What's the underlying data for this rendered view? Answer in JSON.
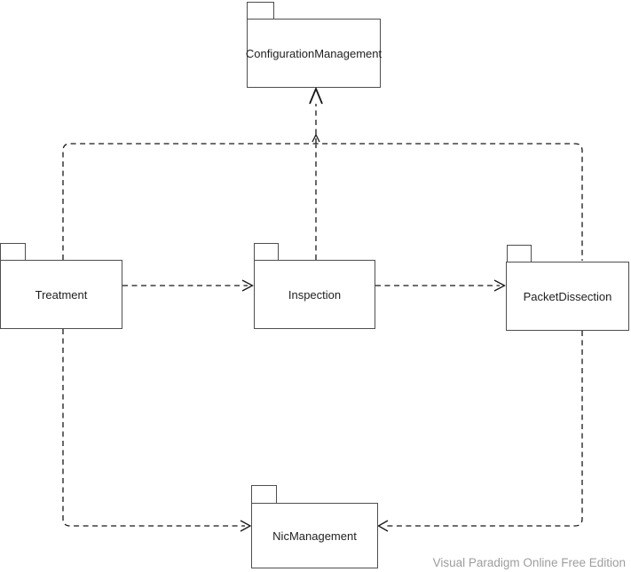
{
  "diagram": {
    "kind": "uml-package-diagram"
  },
  "packages": [
    {
      "label": "ConfigurationManagement"
    },
    {
      "label": "Treatment"
    },
    {
      "label": "Inspection"
    },
    {
      "label": "PacketDissection"
    },
    {
      "label": "NicManagement"
    }
  ],
  "dependencies": [
    {
      "from": "Treatment",
      "to": "Inspection",
      "style": "dashed-open-arrow"
    },
    {
      "from": "Inspection",
      "to": "PacketDissection",
      "style": "dashed-open-arrow"
    },
    {
      "from": "Treatment",
      "to": "ConfigurationManagement",
      "style": "dashed-open-arrow"
    },
    {
      "from": "Inspection",
      "to": "ConfigurationManagement",
      "style": "dashed-open-arrow"
    },
    {
      "from": "PacketDissection",
      "to": "ConfigurationManagement",
      "style": "dashed-open-arrow"
    },
    {
      "from": "Treatment",
      "to": "NicManagement",
      "style": "dashed-open-arrow"
    },
    {
      "from": "PacketDissection",
      "to": "NicManagement",
      "style": "dashed-open-arrow"
    }
  ],
  "watermark": {
    "label": "Visual Paradigm Online Free Edition"
  },
  "colors": {
    "background": "#ffffff",
    "package_border": "#4e4e4e",
    "package_fill": "#ffffff",
    "connector": "#181818",
    "label_text": "#1e1e1e",
    "watermark_text": "#9d9d9d"
  }
}
